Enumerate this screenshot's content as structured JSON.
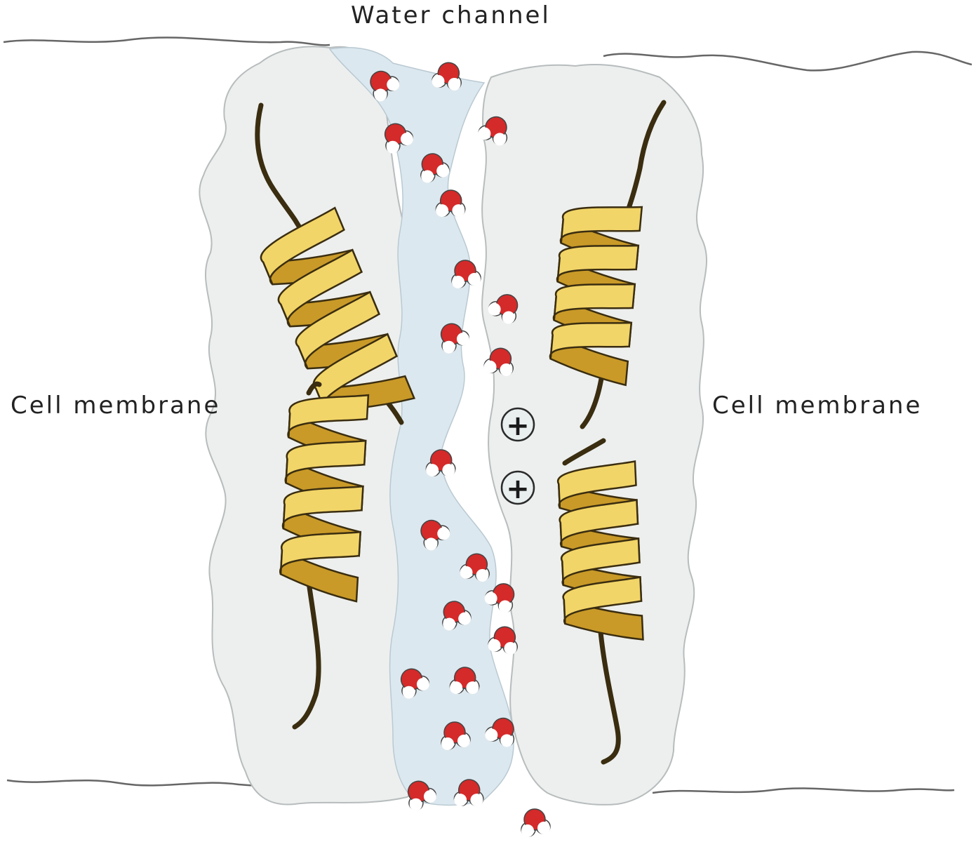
{
  "labels": {
    "title": "Water channel",
    "left": "Cell membrane",
    "right": "Cell membrane"
  },
  "charges": [
    "+",
    "+"
  ],
  "molecule": {
    "name": "water",
    "oxygen_color": "#d42a2a",
    "hydrogen_color": "#ffffff"
  },
  "colors": {
    "protein": "#edefee",
    "channel": "#dce8ef",
    "helix_front": "#f2d568",
    "helix_back": "#c99a28",
    "helix_outline": "#3a2d10",
    "membrane_line": "#666666",
    "charge_fill": "#e9efef"
  }
}
